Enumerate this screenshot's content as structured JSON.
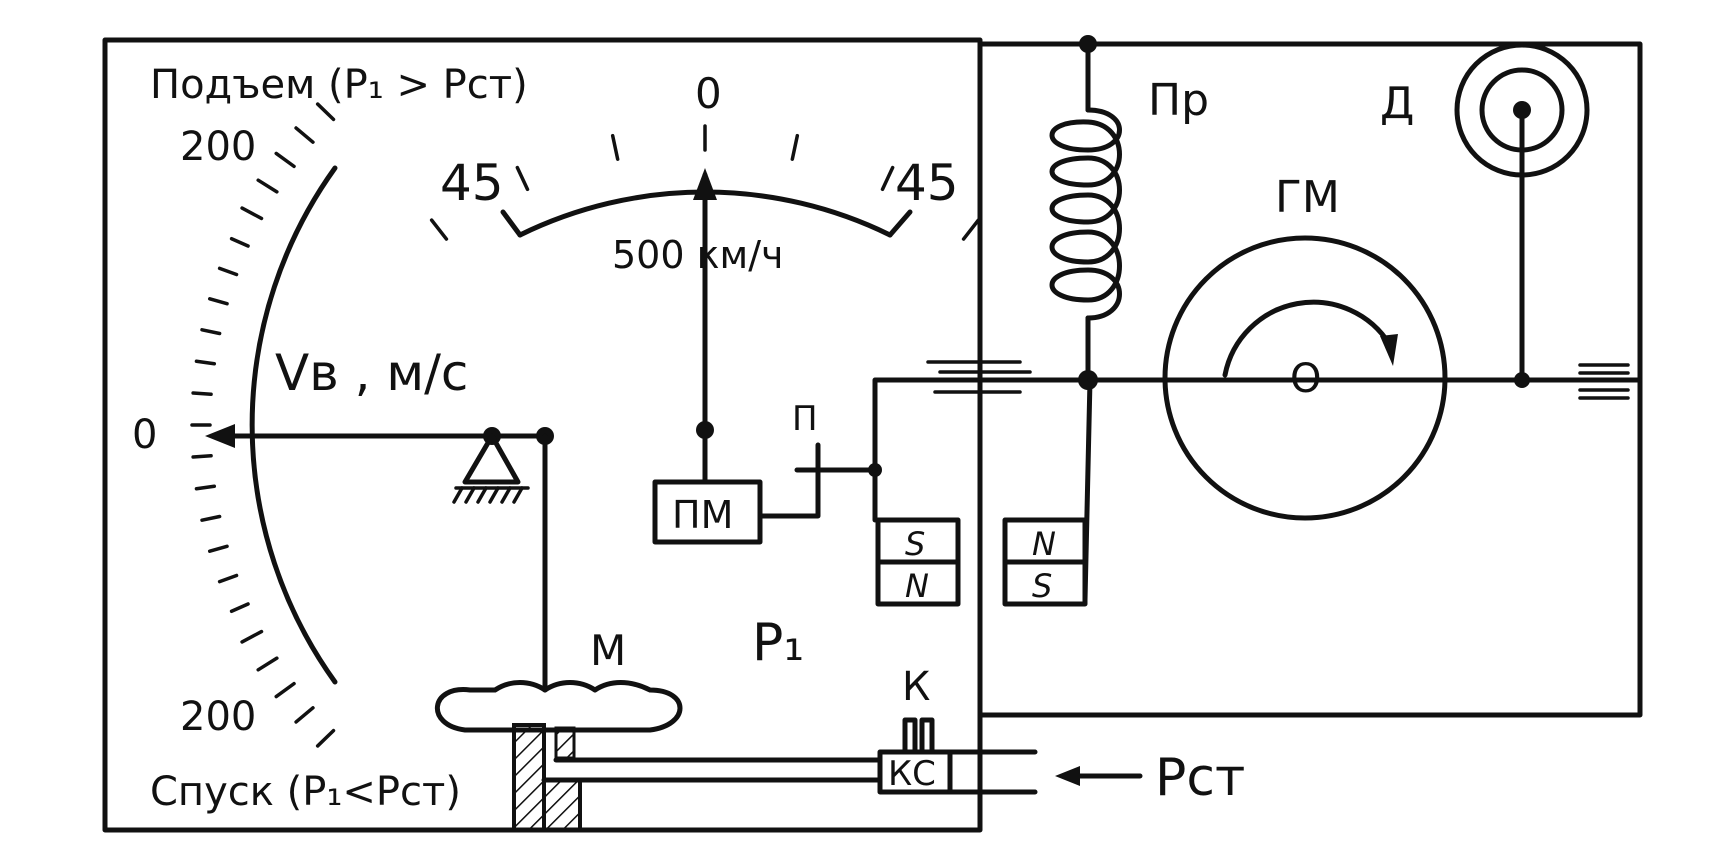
{
  "labels": {
    "rise": "Подъем (P₁ > Pст)",
    "descent": "Спуск (P₁<Pст)",
    "v_scale_top": "200",
    "v_scale_bottom": "200",
    "v_scale_zero": "0",
    "v_unit": "Vв , м/с",
    "turn_zero": "0",
    "turn_left": "45",
    "turn_right": "45",
    "speed": "500 км/ч",
    "pm": "ПМ",
    "p_label": "П",
    "p1": "P₁",
    "m": "М",
    "k": "К",
    "ks": "КС",
    "p_st": "Pст",
    "pr": "Пр",
    "d": "Д",
    "gm": "ГМ",
    "gm_center": "O",
    "magnet_left_top": "S",
    "magnet_left_bottom": "N",
    "magnet_right_top": "N",
    "magnet_right_bottom": "S"
  },
  "colors": {
    "ink": "#111111",
    "paper": "#ffffff"
  }
}
